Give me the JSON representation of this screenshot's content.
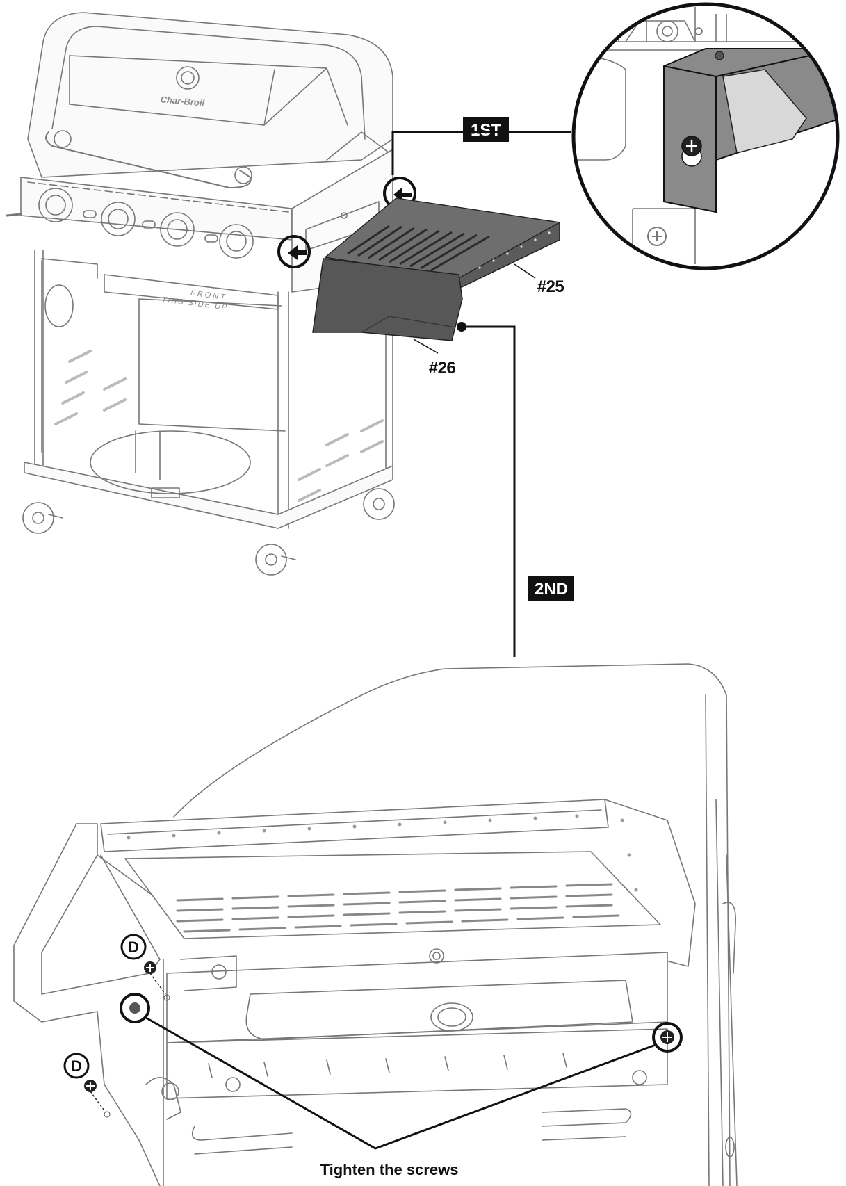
{
  "steps": {
    "first": "1ST",
    "second": "2ND"
  },
  "parts": {
    "side_shelf": "#25",
    "shelf_bracket": "#26"
  },
  "hardware": {
    "screw_label_1": "D",
    "screw_label_2": "D"
  },
  "brand": {
    "logo_text": "Char-Broil"
  },
  "front_marking": {
    "line1": "FRONT",
    "line2": "THIS SIDE UP"
  },
  "callouts": {
    "tighten": "Tighten the screws"
  }
}
